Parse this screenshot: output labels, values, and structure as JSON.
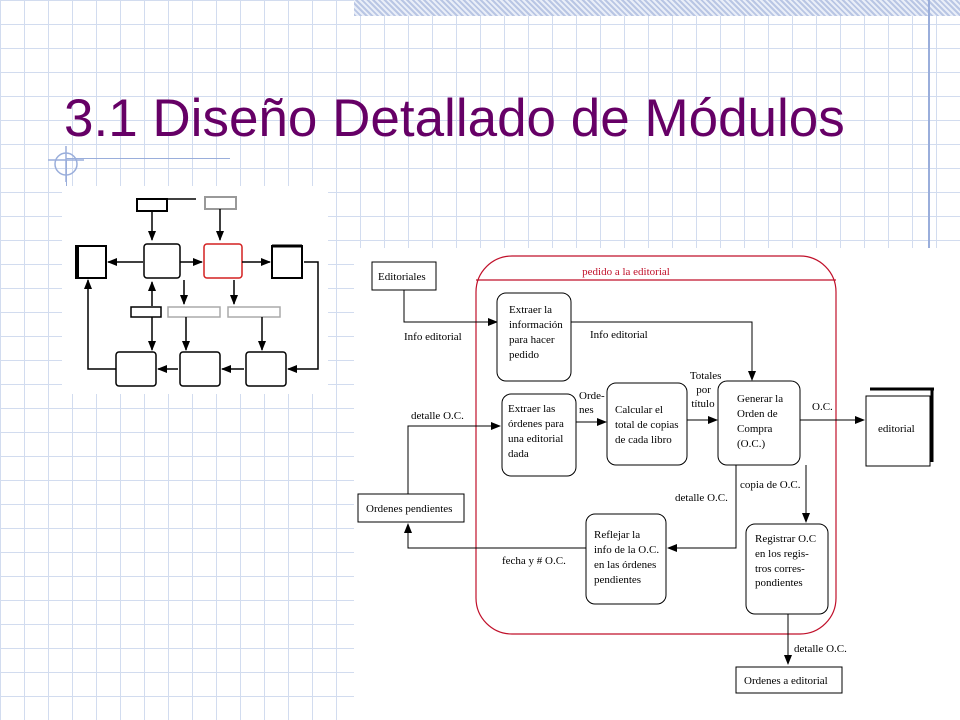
{
  "slide": {
    "title": "3.1 Diseño Detallado de Módulos"
  },
  "diagram": {
    "boundary_label": "pedido a la editorial",
    "sources": {
      "editoriales": "Editoriales",
      "ordenes_pendientes": "Ordenes pendientes",
      "ordenes_a_editorial": "Ordenes a editorial",
      "editorial": "editorial"
    },
    "processes": {
      "extraer_info": [
        "Extraer la",
        "información",
        "para hacer",
        "pedido"
      ],
      "extraer_ordenes": [
        "Extraer las",
        "órdenes para",
        "una editorial",
        "dada"
      ],
      "calcular_total": [
        "Calcular el",
        "total de copias",
        "de cada libro"
      ],
      "generar_orden": [
        "Generar la",
        "Orden de",
        "Compra",
        "(O.C.)"
      ],
      "reflejar_info": [
        "Reflejar la",
        "info de la O.C.",
        "en las órdenes",
        "pendientes"
      ],
      "registrar_oc": [
        "Registrar O.C",
        "en los regis-",
        "tros corres-",
        "pondientes"
      ]
    },
    "flows": {
      "info_editorial_in": "Info editorial",
      "info_editorial_out": "Info editorial",
      "detalle_oc_left": "detalle O.C.",
      "ordenes": [
        "Orde-",
        "nes"
      ],
      "totales": [
        "Totales",
        "por",
        "título"
      ],
      "oc_out": "O.C.",
      "copia_oc": "copia de O.C.",
      "detalle_oc_mid": "detalle O.C.",
      "fecha_oc": "fecha y # O.C.",
      "detalle_oc_bottom": "detalle O.C."
    }
  },
  "colors": {
    "title": "#660066",
    "boundary": "#c0102a",
    "grid": "#d2dcef",
    "highlight_box": "#d42020"
  }
}
